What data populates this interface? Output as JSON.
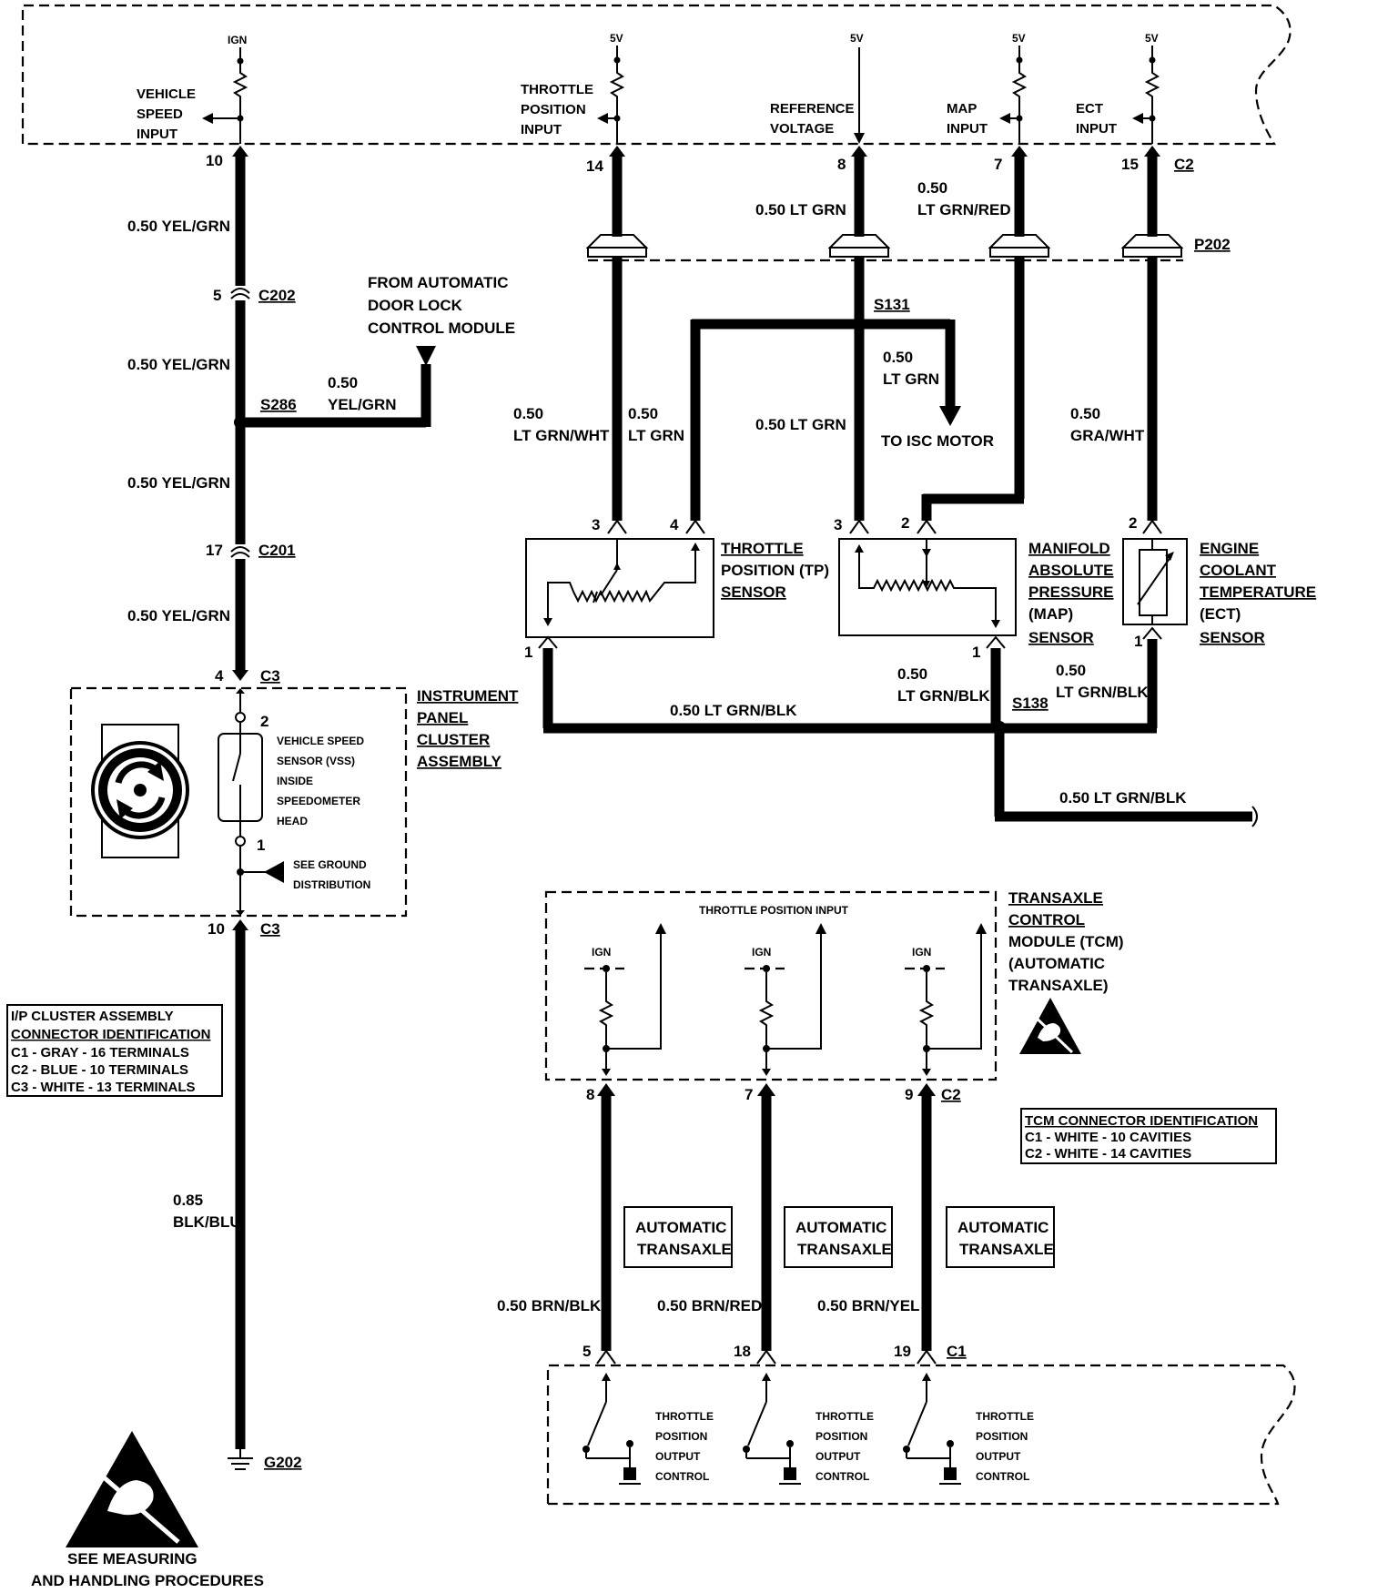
{
  "ecm_inputs": {
    "ign": "IGN",
    "vehicle_speed": [
      "VEHICLE",
      "SPEED",
      "INPUT"
    ],
    "fivev": "5V",
    "throttle_position": [
      "THROTTLE",
      "POSITION",
      "INPUT"
    ],
    "reference_voltage": [
      "REFERENCE",
      "VOLTAGE"
    ],
    "map_input": [
      "MAP",
      "INPUT"
    ],
    "ect_input": [
      "ECT",
      "INPUT"
    ]
  },
  "pins": {
    "p10_top": "10",
    "p14": "14",
    "p8": "8",
    "p7": "7",
    "p15": "15",
    "c2": "C2",
    "p5": "5",
    "p17": "17",
    "p4": "4",
    "p10_bot": "10",
    "tp3": "3",
    "tp4": "4",
    "tp1": "1",
    "map3": "3",
    "map2": "2",
    "map1": "1",
    "ect2": "2",
    "ect1": "1",
    "vss2": "2",
    "vss1": "1",
    "tcm8": "8",
    "tcm7": "7",
    "tcm9": "9",
    "tcm_c2": "C2",
    "out5": "5",
    "out18": "18",
    "out19": "19",
    "out_c1": "C1"
  },
  "connectors": {
    "c202": "C202",
    "c201": "C201",
    "c3a": "C3",
    "c3b": "C3",
    "p202": "P202",
    "s286": "S286",
    "s131": "S131",
    "s138": "S138",
    "g202": "G202"
  },
  "wires": {
    "yelgrn": "0.50 YEL/GRN",
    "ltgrn_8": "0.50 LT GRN",
    "ltgrnred": [
      "0.50",
      "LT GRN/RED"
    ],
    "door_gauge": "0.50",
    "door_color": "YEL/GRN",
    "tp3_gauge": "0.50",
    "tp3_color": "LT GRN/WHT",
    "tp4_gauge": "0.50",
    "tp4_color": "LT GRN",
    "isc_gauge": "0.50",
    "isc_color": "LT GRN",
    "to_isc": "TO ISC MOTOR",
    "map3": "0.50 LT GRN",
    "ect_gauge": "0.50",
    "ect_color": "GRA/WHT",
    "ground_bus": "0.50 LT GRN/BLK",
    "map1_gauge": "0.50",
    "map1_color": "LT GRN/BLK",
    "ect1_gauge": "0.50",
    "ect1_color": "LT GRN/BLK",
    "ground_out": "0.50 LT GRN/BLK",
    "blkblu_gauge": "0.85",
    "blkblu_color": "BLK/BLU",
    "brnblk": "0.50 BRN/BLK",
    "brnred": "0.50 BRN/RED",
    "brnyel": "0.50 BRN/YEL"
  },
  "door_lock": [
    "FROM AUTOMATIC",
    "DOOR LOCK",
    "CONTROL MODULE"
  ],
  "tp_sensor": [
    "THROTTLE",
    "POSITION (TP)",
    "SENSOR"
  ],
  "map_sensor": [
    "MANIFOLD",
    "ABSOLUTE",
    "PRESSURE",
    "(MAP)",
    "SENSOR"
  ],
  "ect_sensor": [
    "ENGINE",
    "COOLANT",
    "TEMPERATURE",
    "(ECT)",
    "SENSOR"
  ],
  "cluster": [
    "INSTRUMENT",
    "PANEL",
    "CLUSTER",
    "ASSEMBLY"
  ],
  "vss": [
    "VEHICLE SPEED",
    "SENSOR (VSS)",
    "INSIDE",
    "SPEEDOMETER",
    "HEAD"
  ],
  "see_ground": [
    "SEE GROUND",
    "DISTRIBUTION"
  ],
  "ip_connector": [
    "I/P CLUSTER ASSEMBLY",
    "CONNECTOR IDENTIFICATION",
    "C1 - GRAY - 16 TERMINALS",
    "C2 - BLUE - 10 TERMINALS",
    "C3 - WHITE - 13 TERMINALS"
  ],
  "tcm": {
    "title": [
      "TRANSAXLE",
      "CONTROL",
      "MODULE (TCM)",
      "(AUTOMATIC",
      "TRANSAXLE)"
    ],
    "tp_input": "THROTTLE POSITION INPUT",
    "ign": "IGN",
    "connector_id": [
      "TCM CONNECTOR IDENTIFICATION",
      "C1 - WHITE - 10 CAVITIES",
      "C2 - WHITE - 14 CAVITIES"
    ]
  },
  "auto_transaxle": [
    "AUTOMATIC",
    "TRANSAXLE"
  ],
  "tp_output": [
    "THROTTLE",
    "POSITION",
    "OUTPUT",
    "CONTROL"
  ],
  "esd_note": [
    "SEE  MEASURING",
    "AND HANDLING PROCEDURES"
  ]
}
